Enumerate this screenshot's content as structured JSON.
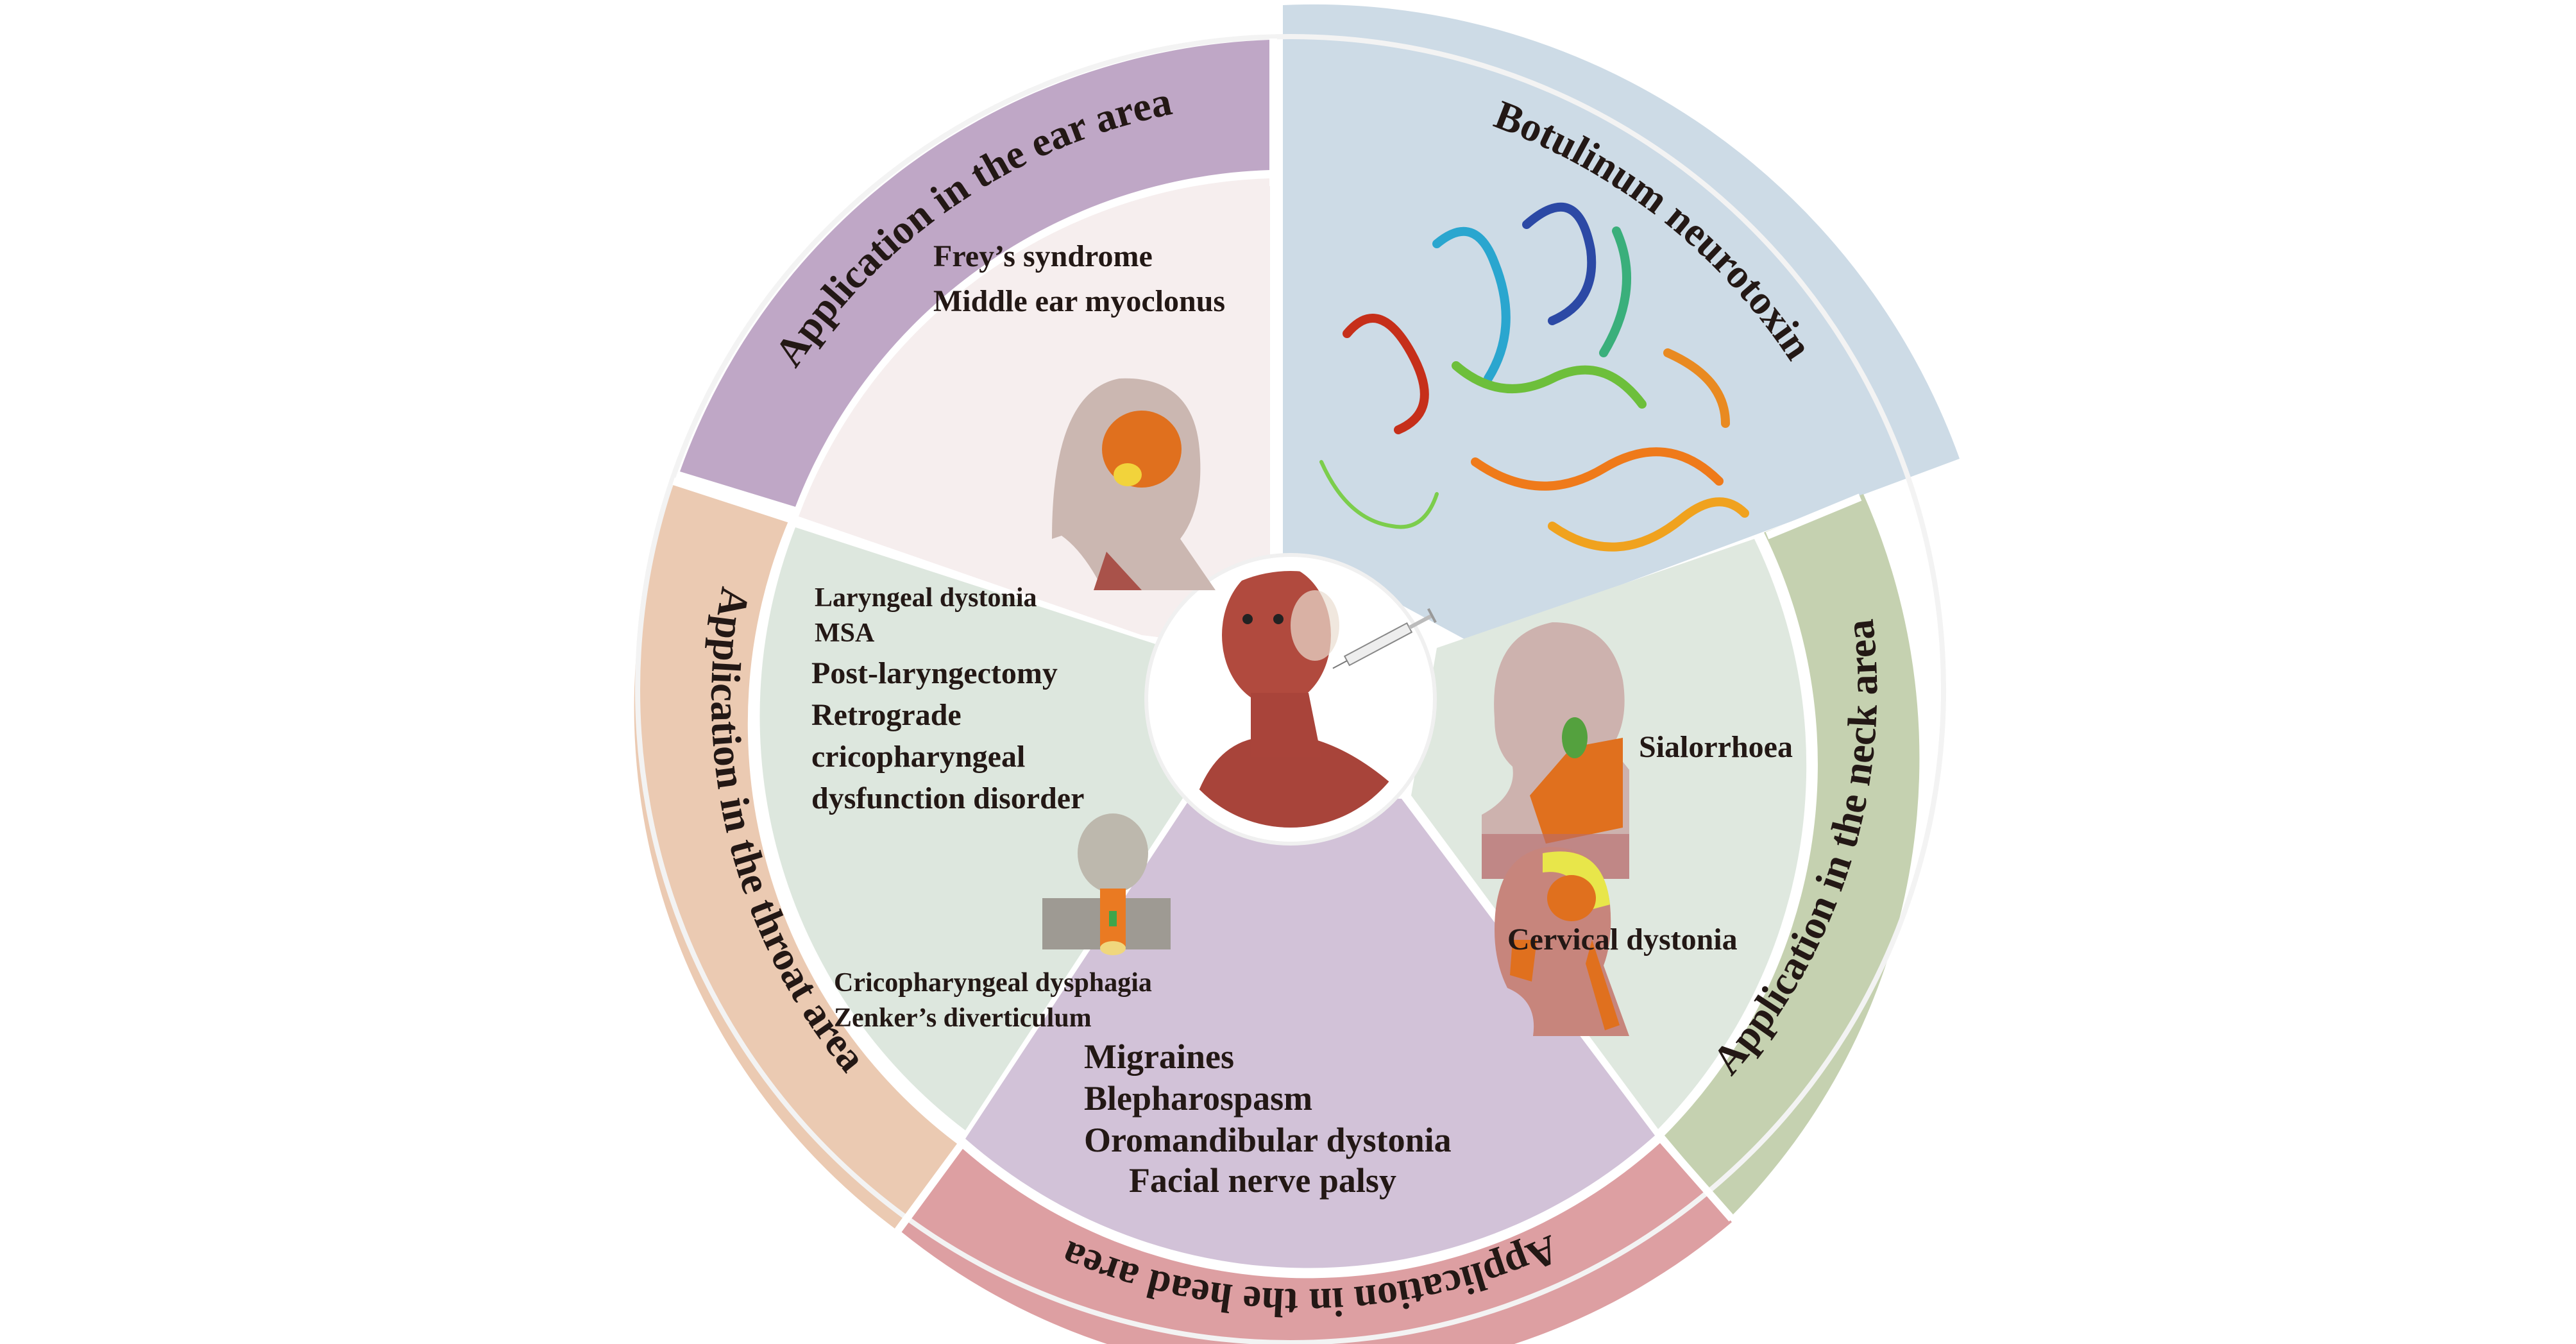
{
  "colors": {
    "ear_band": "#bfa7c6",
    "ear_fill": "#f6eeee",
    "toxin_fill": "#cddbe6",
    "neck_band": "#c5d1b0",
    "neck_fill": "#dfe8df",
    "head_band": "#dd9fa2",
    "head_fill": "#d2c2d8",
    "throat_band": "#ebcab2",
    "throat_fill": "#dde7de",
    "text": "#231815",
    "divider": "#ffffff"
  },
  "center": {
    "image": "anatomical-head-with-syringe"
  },
  "toxin": {
    "title": "Botulinum neurotoxin",
    "image": "protein-ribbon-structure"
  },
  "ear": {
    "band_label": "Application in the ear area",
    "items": [
      "Frey’s syndrome",
      "Middle ear myoclonus"
    ],
    "image": "head-lateral-temporalis"
  },
  "neck": {
    "band_label": "Application in the neck area",
    "items": [
      "Sialorrhoea",
      "Cervical dystonia"
    ],
    "image": "neck-muscles-lateral"
  },
  "head": {
    "band_label": "Application in the head area",
    "items": [
      "Migraines",
      "Blepharospasm",
      "Oromandibular dystonia",
      "Facial nerve palsy"
    ],
    "image": "head-facial-muscles"
  },
  "throat": {
    "band_label": "Application in the throat area",
    "items_top": [
      "Laryngeal dystonia",
      "MSA"
    ],
    "items_mid": [
      "Post-laryngectomy",
      "Retrograde",
      "cricopharyngeal",
      "dysfunction disorder"
    ],
    "items_bottom": [
      "Cricopharyngeal dysphagia",
      "Zenker’s diverticulum"
    ],
    "image": "skull-throat-frontal"
  }
}
